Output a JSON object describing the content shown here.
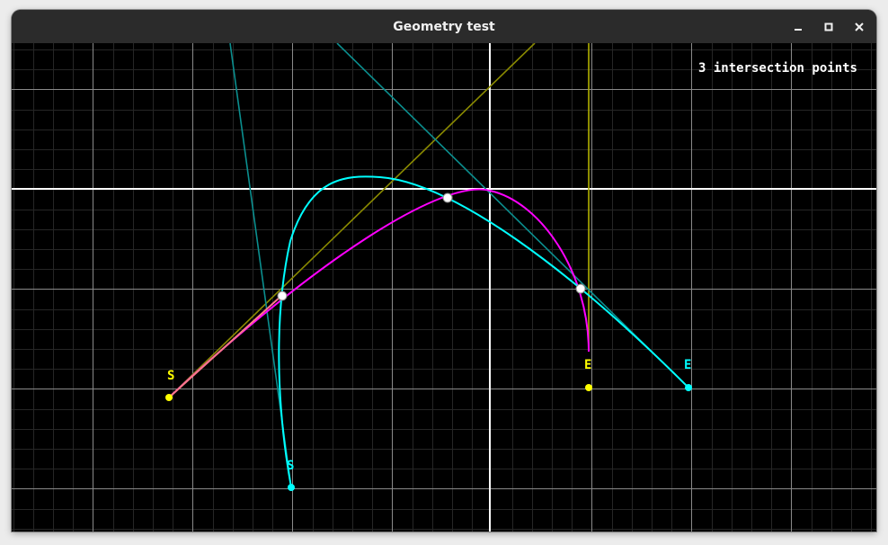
{
  "window": {
    "title": "Geometry test",
    "controls": {
      "minimize": "minimize-icon",
      "maximize": "maximize-icon",
      "close": "close-icon"
    }
  },
  "canvas": {
    "status_text": "3 intersection points",
    "curve_yellow": {
      "start_label": "S",
      "end_label": "E",
      "color": "#ffff00",
      "curve_color": "#ff00ff"
    },
    "curve_cyan": {
      "start_label": "S",
      "end_label": "E",
      "color": "#00ffff",
      "curve_color": "#00ffff"
    },
    "colors": {
      "background": "#000000",
      "grid_minor": "#2a2a2a",
      "grid_major": "#8a8a8a",
      "axis": "#ffffff",
      "intersection": "#ffffff",
      "tangent_yellow": "#8a8a00",
      "tangent_cyan": "#008a8a"
    }
  }
}
